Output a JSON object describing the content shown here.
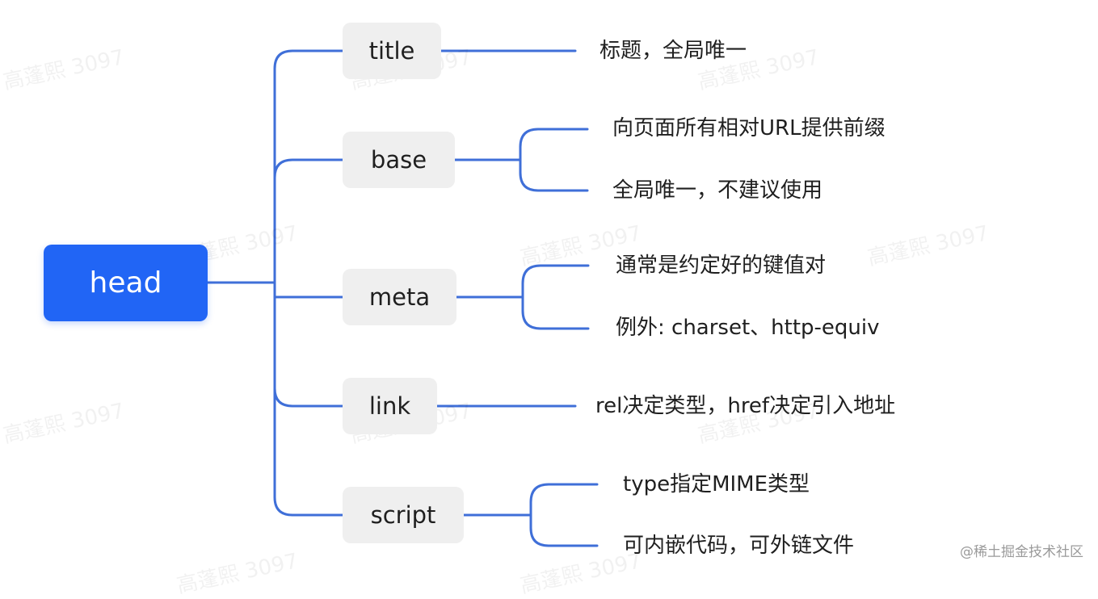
{
  "root": {
    "label": "head"
  },
  "branches": [
    {
      "label": "title",
      "leaves": [
        "标题，全局唯一"
      ]
    },
    {
      "label": "base",
      "leaves": [
        "向页面所有相对URL提供前缀",
        "全局唯一，不建议使用"
      ]
    },
    {
      "label": "meta",
      "leaves": [
        "通常是约定好的键值对",
        "例外: charset、http-equiv"
      ]
    },
    {
      "label": "link",
      "leaves": [
        "rel决定类型，href决定引入地址"
      ]
    },
    {
      "label": "script",
      "leaves": [
        "type指定MIME类型",
        "可内嵌代码，可外链文件"
      ]
    }
  ],
  "watermark": "高蓬熙 3097",
  "credit": "@稀土掘金技术社区",
  "colors": {
    "root_fill": "#2165f5",
    "branch_fill": "#efefef",
    "connector": "#3f6fd8",
    "text": "#1f1f1f"
  }
}
